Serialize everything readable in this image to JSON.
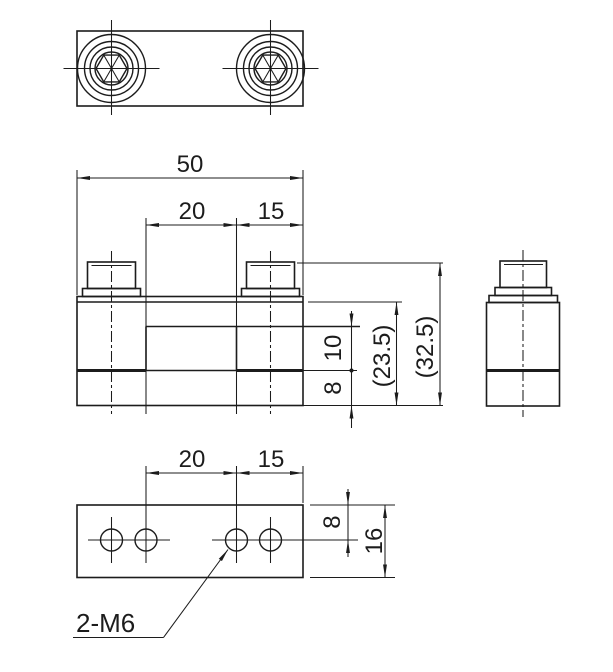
{
  "drawing": {
    "type": "engineering-orthographic-views",
    "part": "two-bolt clamp block",
    "colors": {
      "line": "#1c1c1c",
      "background": "#ffffff"
    },
    "views": {
      "top": "top view with two hex-socket bolts",
      "front": "front view with bolts, recess and base",
      "side": "right side view",
      "bottom": "bottom view with four holes"
    },
    "dims": {
      "overall_width": "50",
      "front_hole_pitch": "20",
      "front_edge_offset": "15",
      "recess_depth": "10",
      "front_base_height": "8",
      "body_height_ref": "(23.5)",
      "overall_height_ref": "(32.5)",
      "bottom_hole_pitch": "20",
      "bottom_edge_offset": "15",
      "bottom_center_offset": "8",
      "overall_depth": "16",
      "thread_callout": "2-M6"
    }
  }
}
